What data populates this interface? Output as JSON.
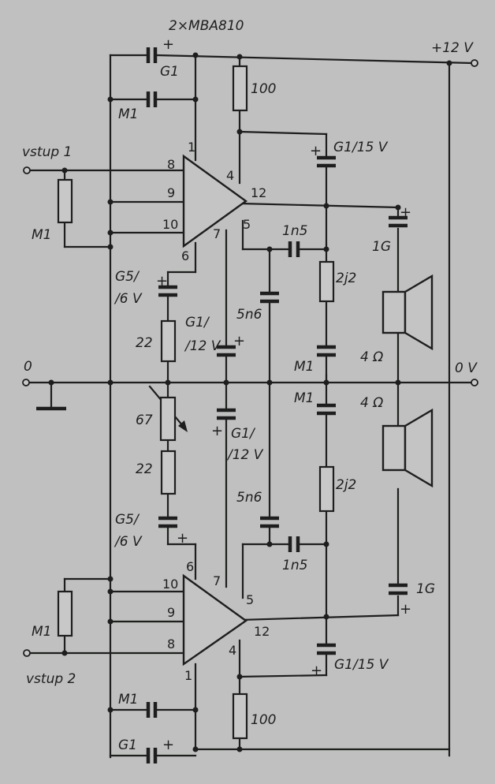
{
  "diagram": {
    "chip_label": "2×MBA810",
    "supply_label": "+12 V",
    "ground_left_label": "0",
    "ground_right_label": "0 V",
    "plus_sign": "+",
    "inputs": {
      "input1": "vstup 1",
      "input2": "vstup 2"
    },
    "components": {
      "top_g1": "G1",
      "top_m1": "M1",
      "in1_res": "M1",
      "r100_top": "100",
      "c_g1_15v_top": "G1/15 V",
      "pin12_cap_1g_top": "1G",
      "c_1n5_top": "1n5",
      "r_2j2_top": "2j2",
      "c_5n6_top": "5n6",
      "c_m1_top": "M1",
      "spk_top": "4 Ω",
      "g5_top_a": "G5/",
      "g5_top_b": "/6 V",
      "r22_top": "22",
      "g1_12v_top_a": "G1/",
      "g1_12v_top_b": "/12 V",
      "pot_67": "67",
      "g1_12v_bot_a": "G1/",
      "g1_12v_bot_b": "/12 V",
      "r22_bot": "22",
      "g5_bot_a": "G5/",
      "g5_bot_b": "/6 V",
      "c_m1_bot": "M1",
      "spk_bot": "4 Ω",
      "r_2j2_bot": "2j2",
      "c_5n6_bot": "5n6",
      "c_1n5_bot": "1n5",
      "cap_1g_bot": "1G",
      "in2_res": "M1",
      "c_g1_15v_bot": "G1/15 V",
      "bot_m1": "M1",
      "bot_g1": "G1",
      "r100_bot": "100"
    },
    "pins": {
      "p1": "1",
      "p4": "4",
      "p5": "5",
      "p6": "6",
      "p7": "7",
      "p8": "8",
      "p9": "9",
      "p10": "10",
      "p12": "12"
    }
  }
}
